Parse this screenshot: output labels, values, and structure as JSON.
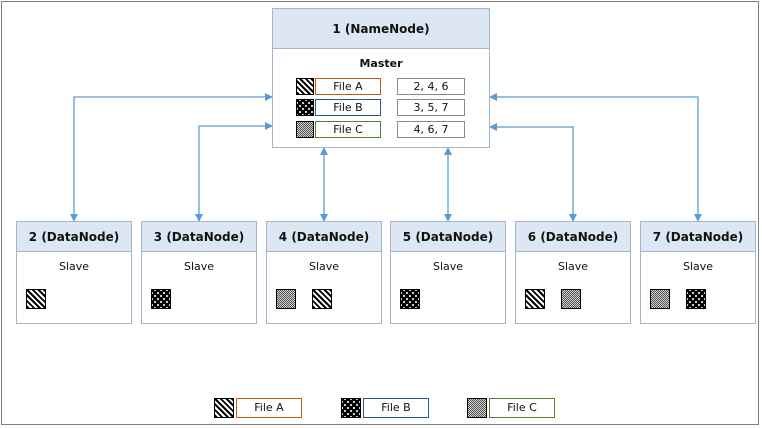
{
  "colors": {
    "file_a": "#c55a11",
    "file_b": "#2f5597",
    "file_c": "#548235",
    "connector": "#5b9bd5",
    "header_fill": "#dde7f3",
    "node_border": "#a6b6c8"
  },
  "namenode": {
    "title": "1 (NameNode)",
    "role": "Master",
    "files": [
      {
        "label": "File A",
        "pattern": "pat-a",
        "blocks": "2, 4, 6"
      },
      {
        "label": "File B",
        "pattern": "pat-b",
        "blocks": "3, 5, 7"
      },
      {
        "label": "File C",
        "pattern": "pat-c",
        "blocks": "4, 6, 7"
      }
    ]
  },
  "datanodes": [
    {
      "title": "2 (DataNode)",
      "role": "Slave",
      "blocks": [
        "pat-a"
      ]
    },
    {
      "title": "3 (DataNode)",
      "role": "Slave",
      "blocks": [
        "pat-b"
      ]
    },
    {
      "title": "4 (DataNode)",
      "role": "Slave",
      "blocks": [
        "pat-c",
        "pat-a"
      ]
    },
    {
      "title": "5 (DataNode)",
      "role": "Slave",
      "blocks": [
        "pat-b"
      ]
    },
    {
      "title": "6 (DataNode)",
      "role": "Slave",
      "blocks": [
        "pat-a",
        "pat-c"
      ]
    },
    {
      "title": "7 (DataNode)",
      "role": "Slave",
      "blocks": [
        "pat-c",
        "pat-b"
      ]
    }
  ],
  "legend": [
    {
      "label": "File A",
      "pattern": "pat-a"
    },
    {
      "label": "File B",
      "pattern": "pat-b"
    },
    {
      "label": "File C",
      "pattern": "pat-c"
    }
  ]
}
